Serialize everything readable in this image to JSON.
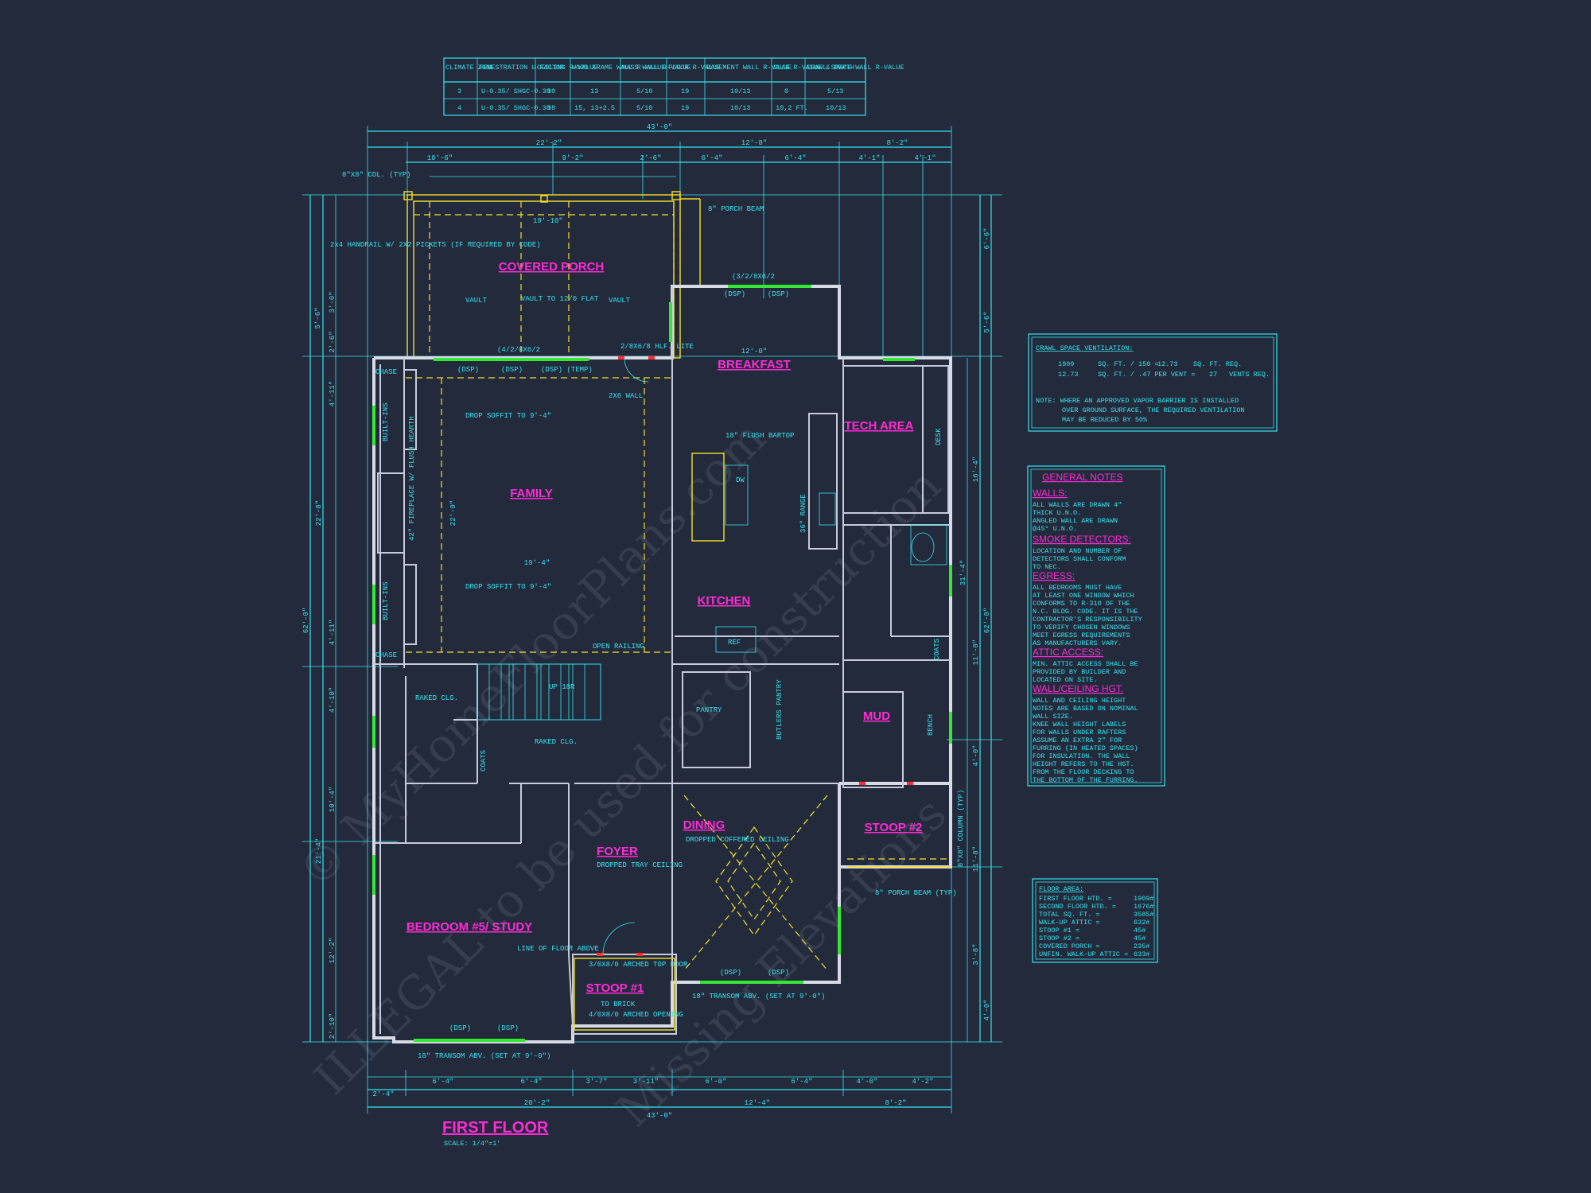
{
  "energy_table": {
    "headers": [
      "CLIMATE ZONE",
      "FENESTRATION U-FACTOR",
      "CEILING R-VALUE",
      "WOOD FRAME WALL R-VALUE",
      "MASS WALL R-VALUE",
      "FLOOR R-VALUE",
      "BASEMENT WALL R-VALUE",
      "SLAB R-VALUE & DEPTH",
      "CRAWL SPACE WALL R-VALUE"
    ],
    "rows": [
      [
        "3",
        "U-0.35/ SHGC-0.30",
        "30",
        "13",
        "5/10",
        "19",
        "10/13",
        "0",
        "5/13"
      ],
      [
        "4",
        "U-0.35/ SHGC-0.30",
        "38",
        "15, 13+2.5",
        "5/10",
        "19",
        "10/13",
        "10,2 FT.",
        "10/13"
      ]
    ]
  },
  "rooms": {
    "covered_porch": "COVERED PORCH",
    "breakfast": "BREAKFAST",
    "family": "FAMILY",
    "tech_area": "TECH AREA",
    "kitchen": "KITCHEN",
    "mud": "MUD",
    "pantry": "PANTRY",
    "dining": "DINING",
    "foyer": "FOYER",
    "stoop2": "STOOP #2",
    "bedroom": "BEDROOM #5/ STUDY",
    "stoop1": "STOOP #1"
  },
  "labels": {
    "col": "8\"X8\" COL. (TYP)",
    "handrail": "2x4 HANDRAIL W/ 2X2 PICKETS (IF REQUIRED BY CODE)",
    "porch_beam": "8\" PORCH BEAM",
    "vault": "VAULT",
    "vault_flat": "VAULT TO 12/0 FLAT",
    "porch_depth": "19'-10\"",
    "door_top": "(3/2/8X6/2",
    "dsp": "(DSP)",
    "dsp_temp": "(DSP) (TEMP)",
    "door_left": "(4/2/8X6/2",
    "hlf_lite": "2/8X6/8 HLF. LITE",
    "wall_2x6": "2X6 WALL",
    "drop_soffit": "DROP SOFFIT TO 9'-4\"",
    "built_ins": "BUILT-INS",
    "chase": "CHASE",
    "fireplace": "42\" FIREPLACE W/ FLUSH HEARTH",
    "flush_bartop": "18\" FLUSH BARTOP",
    "dw": "DW",
    "range": "36\" RANGE",
    "ref": "REF",
    "desk": "DESK",
    "open_railing": "OPEN RAILING",
    "up": "UP 18R",
    "raked_clg": "RAKED CLG.",
    "coats": "COATS",
    "bench": "BENCH",
    "dropped_coffered": "DROPPED COFFERED CEILING",
    "dropped_tray": "DROPPED TRAY CEILING",
    "line_floor": "LINE OF FLOOR ABOVE",
    "arched_door": "3/0X8/0 ARCHED TOP DOOR",
    "arched_opening": "4/0X8/0 ARCHED OPENING",
    "to_brick": "TO BRICK",
    "porch_beam_typ": "8\" PORCH BEAM (TYP)",
    "column_typ": "8\"X8\" COLUMN (TYP)",
    "butlers_pantry": "BUTLERS PANTRY",
    "transom": "18\" TRANSOM ABV. (SET AT 9'-0\")"
  },
  "dimensions": {
    "overall_width": "43'-0\"",
    "overall_depth": "62'-0\"",
    "top_a": "22'-2\"",
    "top_b": "12'-8\"",
    "top_c": "8'-2\"",
    "row2": [
      "10'-6\"",
      "9'-2\"",
      "2'-6\"",
      "6'-4\"",
      "6'-4\"",
      "4'-1\"",
      "4'-1\""
    ],
    "family_width": "19'-4\"",
    "family_depth": "22'-0\"",
    "breakfast_width": "12'-0\"",
    "bottom_a": "20'-2\"",
    "bottom_b": "12'-4\"",
    "bottom_c": "8'-2\"",
    "bottom_row": [
      "2'-4\"",
      "6'-4\"",
      "6'-4\"",
      "3'-7\"",
      "3'-11\"",
      "6'-0\"",
      "6'-4\"",
      "4'-0\"",
      "4'-2\""
    ],
    "left": [
      "5'-6\"",
      "3'-0\"",
      "2'-6\"",
      "4'-11\"",
      "22'-8\"",
      "4'-11\"",
      "4'-10\"",
      "10'-4\"",
      "21'-4\"",
      "12'-2\"",
      "2'-10\""
    ],
    "right": [
      "6'-6\"",
      "5'-6\"",
      "16'-4\"",
      "31'-4\"",
      "11'-0\"",
      "4'-0\"",
      "11'-8\"",
      "3'-8\"",
      "4'-0\""
    ]
  },
  "crawl": {
    "title": "CRAWL SPACE VENTILATION:",
    "line1_a": "1909",
    "line1_b": "SQ. FT. / 150 =",
    "line1_c": "12.73",
    "line1_d": "SQ. FT. REQ.",
    "line2_a": "12.73",
    "line2_b": "SQ. FT. / .47 PER VENT =",
    "line2_c": "27",
    "line2_d": "VENTS REQ.",
    "note": [
      "NOTE: WHERE AN APPROVED VAPOR BARRIER IS INSTALLED",
      "OVER GROUND SURFACE, THE REQUIRED VENTILATION",
      "MAY BE REDUCED BY 50%"
    ]
  },
  "general_notes": {
    "title": "GENERAL NOTES",
    "sections": [
      {
        "head": "WALLS:",
        "lines": [
          "ALL WALLS ARE DRAWN 4\"",
          "THICK U.N.O.",
          "ANGLED WALL ARE DRAWN",
          "@45° U.N.O."
        ]
      },
      {
        "head": "SMOKE DETECTORS:",
        "lines": [
          "LOCATION AND NUMBER OF",
          "DETECTORS SHALL CONFORM",
          "TO NEC."
        ]
      },
      {
        "head": "EGRESS:",
        "lines": [
          "ALL BEDROOMS MUST HAVE",
          "AT LEAST ONE WINDOW WHICH",
          "CONFORMS TO R-310 OF THE",
          "N.C. BLDG. CODE. IT IS THE",
          "CONTRACTOR'S RESPONSIBILITY",
          "TO VERIFY CHOSEN WINDOWS",
          "MEET EGRESS REQUIREMENTS",
          "AS MANUFACTURERS VARY."
        ]
      },
      {
        "head": "ATTIC ACCESS:",
        "lines": [
          "MIN. ATTIC ACCESS SHALL BE",
          "PROVIDED BY BUILDER AND",
          "LOCATED ON SITE."
        ]
      },
      {
        "head": "WALL/CEILING HGT.",
        "lines": [
          "WALL AND CEILING HEIGHT",
          "NOTES ARE BASED ON NOMINAL",
          "WALL SIZE.",
          "KNEE WALL HEIGHT LABELS",
          "FOR WALLS UNDER RAFTERS",
          "ASSUME AN EXTRA 2\" FOR",
          "FURRING (IN HEATED SPACES)",
          "FOR INSULATION. THE WALL",
          "HEIGHT REFERS TO THE HGT.",
          "FROM THE FLOOR DECKING TO",
          "THE BOTTOM OF THE FURRING."
        ]
      }
    ]
  },
  "floor_area": {
    "title": "FLOOR AREA:",
    "rows": [
      [
        "FIRST FLOOR HTD. =",
        "1909#"
      ],
      [
        "SECOND FLOOR HTD. =",
        "1676#"
      ],
      [
        "TOTAL SQ. FT. =",
        "3585#"
      ],
      [
        "WALK-UP ATTIC =",
        "632#"
      ],
      [
        "STOOP #1 =",
        "45#"
      ],
      [
        "STOOP #2 =",
        "45#"
      ],
      [
        "COVERED PORCH =",
        "235#"
      ],
      [
        "UNFIN. WALK-UP ATTIC =",
        "633#"
      ]
    ]
  },
  "footer": {
    "title": "FIRST FLOOR",
    "scale": "SCALE: 1/4\"=1'"
  },
  "watermarks": [
    "© MyHomeFloorPlans.com",
    "ILLEGAL to be used for construction",
    "Missing Elevations"
  ],
  "colors": {
    "background": "#232a3c",
    "line": "#37e4ee",
    "room_label": "#ff2bd6",
    "wall": "#d7dbe6",
    "window": "#35e835",
    "door_mark": "#ff2e2e",
    "structure": "#f5e02a"
  }
}
